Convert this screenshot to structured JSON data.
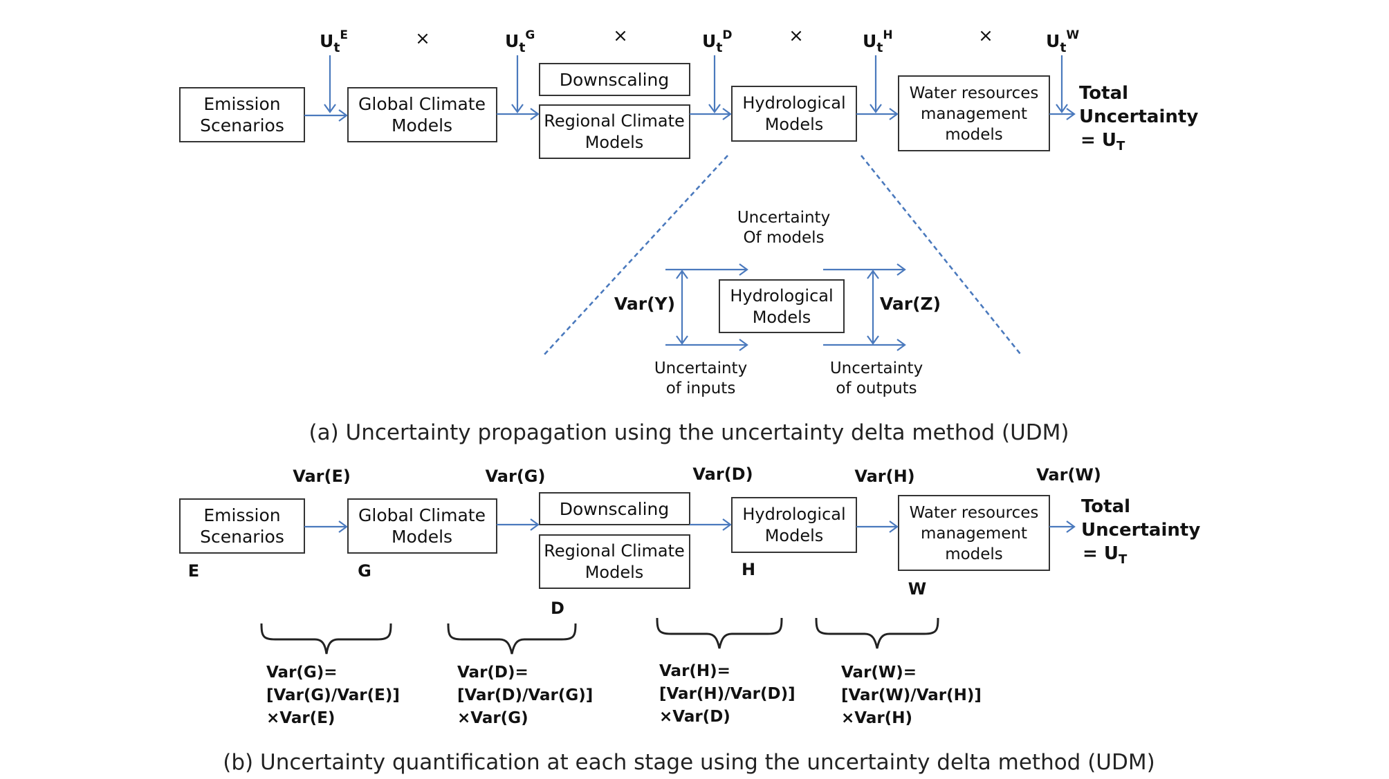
{
  "part_a": {
    "uncertainty_labels": [
      {
        "base": "U",
        "sub": "t",
        "sup": "E"
      },
      {
        "base": "U",
        "sub": "t",
        "sup": "G"
      },
      {
        "base": "U",
        "sub": "t",
        "sup": "D"
      },
      {
        "base": "U",
        "sub": "t",
        "sup": "H"
      },
      {
        "base": "U",
        "sub": "t",
        "sup": "W"
      }
    ],
    "multiply_sign": "×",
    "boxes": {
      "emission": [
        "Emission",
        "Scenarios"
      ],
      "gcm": [
        "Global Climate",
        "Models"
      ],
      "downscaling": [
        "Downscaling"
      ],
      "rcm": [
        "Regional Climate",
        "Models"
      ],
      "hydro": [
        "Hydrological",
        "Models"
      ],
      "water": [
        "Water resources",
        "management",
        "models"
      ]
    },
    "total": [
      "Total",
      "Uncertainty",
      "= U",
      "T"
    ],
    "zoom": {
      "model_uncertainty": [
        "Uncertainty",
        "Of models"
      ],
      "var_y": "Var(Y)",
      "var_z": "Var(Z)",
      "hydro_box": [
        "Hydrological",
        "Models"
      ],
      "inputs": [
        "Uncertainty",
        "of inputs"
      ],
      "outputs": [
        "Uncertainty",
        "of outputs"
      ]
    },
    "caption": "(a) Uncertainty propagation using the uncertainty delta method (UDM)"
  },
  "part_b": {
    "var_labels": [
      "Var(E)",
      "Var(G)",
      "Var(D)",
      "Var(H)",
      "Var(W)"
    ],
    "boxes": {
      "emission": [
        "Emission",
        "Scenarios"
      ],
      "gcm": [
        "Global Climate",
        "Models"
      ],
      "downscaling": [
        "Downscaling"
      ],
      "rcm": [
        "Regional Climate",
        "Models"
      ],
      "hydro": [
        "Hydrological",
        "Models"
      ],
      "water": [
        "Water resources",
        "management",
        "models"
      ]
    },
    "stage_letters": [
      "E",
      "G",
      "D",
      "H",
      "W"
    ],
    "total": [
      "Total",
      "Uncertainty",
      "= U",
      "T"
    ],
    "formulas": [
      [
        "Var(G)=",
        "[Var(G)/Var(E)]",
        "×Var(E)"
      ],
      [
        "Var(D)=",
        "[Var(D)/Var(G)]",
        "×Var(G)"
      ],
      [
        "Var(H)=",
        "[Var(H)/Var(D)]",
        "×Var(D)"
      ],
      [
        "Var(W)=",
        "[Var(W)/Var(H)]",
        "×Var(H)"
      ]
    ],
    "caption": "(b) Uncertainty quantification at each stage using the uncertainty delta method (UDM)"
  },
  "colors": {
    "arrow": "#4a79bd",
    "box_stroke": "#333333",
    "text": "#111111"
  }
}
